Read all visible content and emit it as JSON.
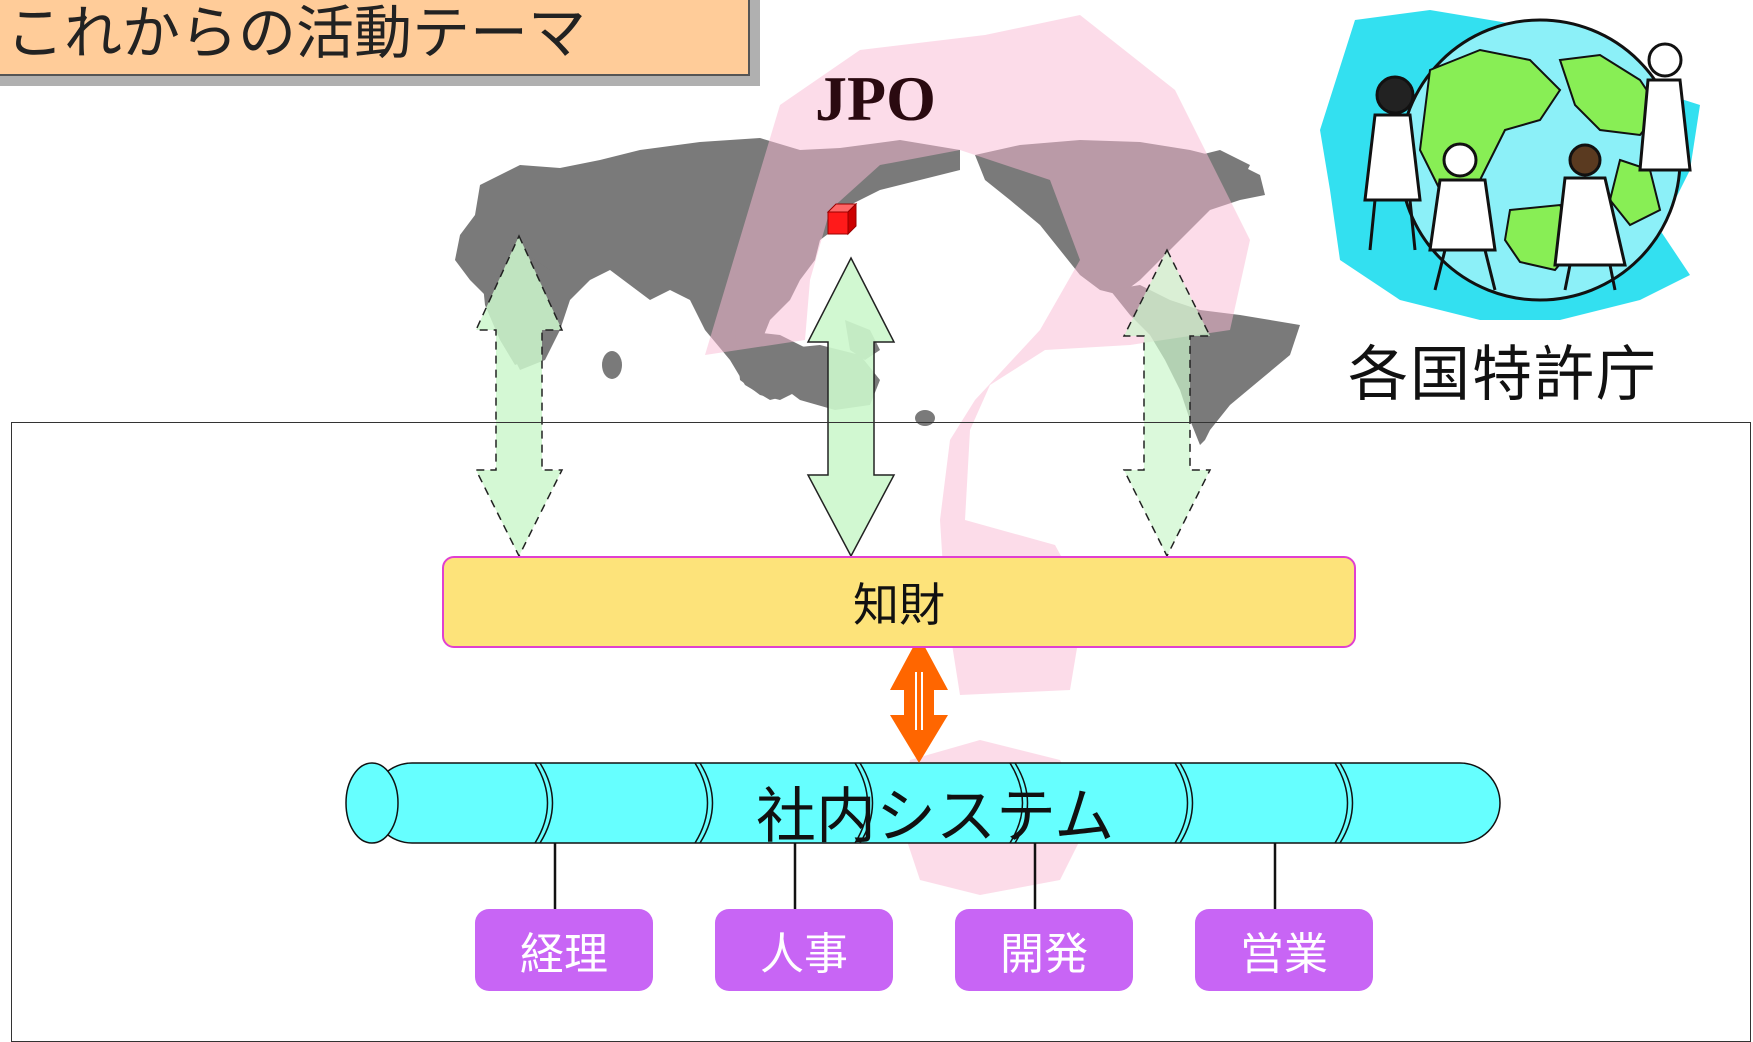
{
  "title": "これからの活動テーマ",
  "jpo_label": "JPO",
  "agency_label": "各国特許庁",
  "ip_label": "知財",
  "system_label": "社内システム",
  "departments": [
    "経理",
    "人事",
    "開発",
    "営業"
  ],
  "icons": {
    "map": "world-map",
    "globe": "globe-with-children-icon",
    "marker": "red-cube-icon",
    "question": "question-mark-shape"
  },
  "colors": {
    "title_bg": "#ffcc99",
    "ip_bar": "#fde37a",
    "ip_border": "#e040d0",
    "pipe": "#66ffff",
    "dept": "#c865f5",
    "arrow_green": "#ccf7cc",
    "arrow_orange": "#ff6600",
    "question": "#f9b9d3",
    "map": "#7a7a7a"
  }
}
